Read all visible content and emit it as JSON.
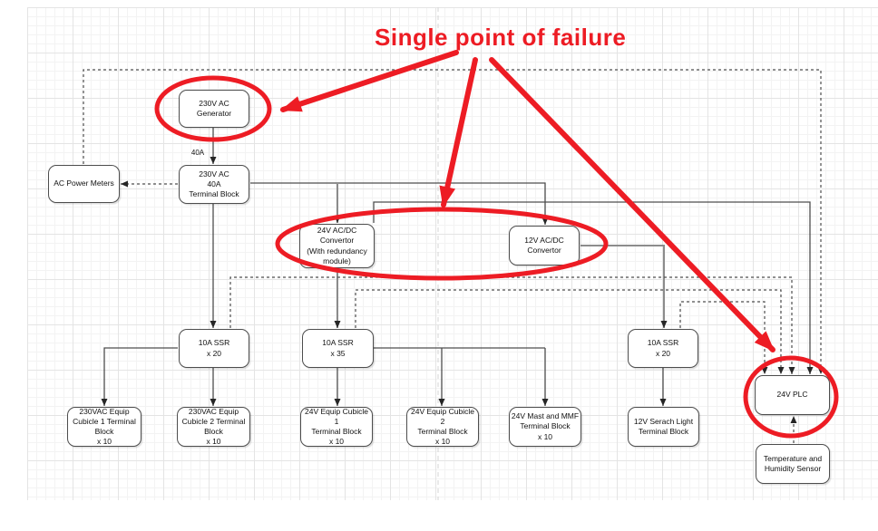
{
  "colors": {
    "accent_red": "#ED1C24",
    "connector": "#4d4d4d",
    "connector_heavy": "#8c8c8c",
    "box_border": "#4d4d4d",
    "box_fill": "#ffffff",
    "grid_minor": "#f3f3f3",
    "grid_major": "#e4e4e4",
    "page_divider": "#d6d6d6"
  },
  "annotations": {
    "title": "Single point of failure"
  },
  "edge_labels": {
    "generator_output": "40A"
  },
  "nodes": {
    "generator": {
      "label": "230V AC Generator"
    },
    "ac_power_meters": {
      "label": "AC Power Meters"
    },
    "main_terminal_block": {
      "label": "230V AC\n40A\nTerminal Block"
    },
    "converter_24v": {
      "label": "24V AC/DC Convertor\n(With redundancy\nmodule)"
    },
    "converter_12v": {
      "label": "12V AC/DC Convertor"
    },
    "ssr_230vac": {
      "label": "10A SSR\nx 20"
    },
    "ssr_24v": {
      "label": "10A SSR\nx 35"
    },
    "ssr_12v": {
      "label": "10A SSR\nx 20"
    },
    "plc": {
      "label": "24V PLC"
    },
    "tb_230vac_cub1": {
      "label": "230VAC Equip\nCubicle 1 Terminal\nBlock\nx 10"
    },
    "tb_230vac_cub2": {
      "label": "230VAC Equip\nCubicle 2 Terminal\nBlock\nx 10"
    },
    "tb_24v_cub1": {
      "label": "24V Equip Cubicle 1\nTerminal Block\nx 10"
    },
    "tb_24v_cub2": {
      "label": "24V Equip Cubicle 2\nTerminal Block\nx 10"
    },
    "tb_24v_mast": {
      "label": "24V Mast and MMF\nTerminal Block\nx 10"
    },
    "tb_12v_search": {
      "label": "12V Serach Light\nTerminal Block"
    },
    "temp_humidity_sensor": {
      "label": "Temperature and\nHumidity Sensor"
    }
  }
}
